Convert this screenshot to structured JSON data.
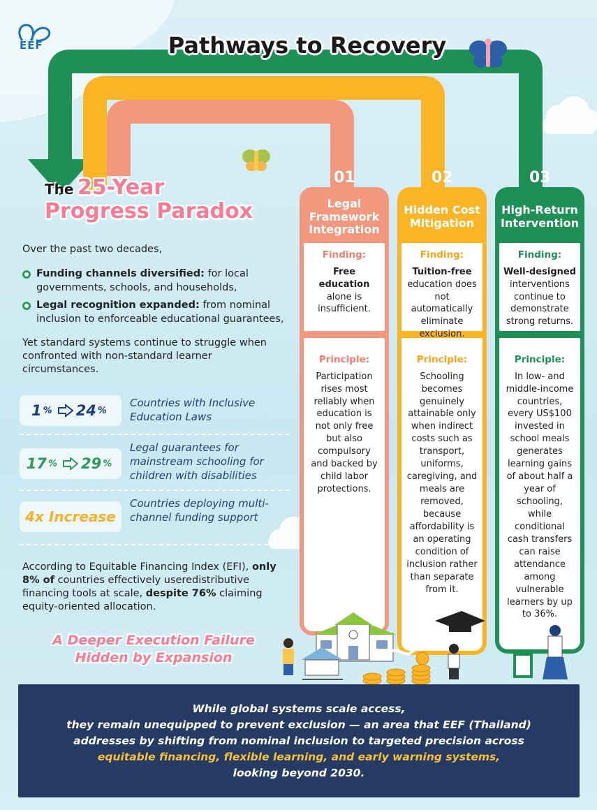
{
  "logo": {
    "text": "EEF"
  },
  "title": "Pathways to Recovery",
  "paradox": {
    "the": "The",
    "highlight1": "25-Year",
    "highlight2": "Progress Paradox"
  },
  "intro": "Over the past two decades,",
  "bullets": [
    {
      "bold": "Funding channels diversified:",
      "text": " for local governments, schools, and households,"
    },
    {
      "bold": "Legal recognition expanded:",
      "text": " from nominal inclusion to enforceable educational guarantees,"
    }
  ],
  "yet": "Yet standard systems continue to struggle when confronted with non-standard learner circumstances.",
  "stats": [
    {
      "from": "1",
      "from_unit": "%",
      "to": "24",
      "to_unit": "%",
      "color": "#1f3f7a",
      "desc": "Countries with Inclusive Education Laws"
    },
    {
      "from": "17",
      "from_unit": "%",
      "to": "29",
      "to_unit": "%",
      "color": "#2c9b5a",
      "desc": "Legal guarantees for mainstream schooling for children with disabilities"
    },
    {
      "value": "4x Increase",
      "color": "#f5b22a",
      "desc": "Countries deploying multi-channel funding support"
    }
  ],
  "efi": {
    "p1": "According to Equitable Financing Index (EFI), ",
    "b1": "only 8% of",
    "p2": " countries effectively useredistributive financing tools at scale, ",
    "b2": "despite 76%",
    "p3": " claiming equity-oriented allocation."
  },
  "deeper": {
    "line1": "A Deeper Execution Failure",
    "line2": "Hidden by Expansion"
  },
  "columns": [
    {
      "num": "01",
      "title": "Legal Framework Integration",
      "color": "#f2987e",
      "finding_label": "Finding:",
      "finding_bold": "Free education",
      "finding_text": "alone is insufficient.",
      "principle_label": "Principle:",
      "principle": "Participation rises most reliably when education is not only free but also compulsory and backed by child labor protections."
    },
    {
      "num": "02",
      "title": "Hidden Cost Mitigation",
      "color": "#f9b526",
      "finding_label": "Finding:",
      "finding_bold": "Tuition-free",
      "finding_text": "education does not automatically eliminate exclusion.",
      "principle_label": "Principle:",
      "principle": "Schooling becomes genuinely attainable only when indirect costs such as transport, uniforms, caregiving, and meals are removed, because affordability is an operating condition of inclusion rather than separate from it."
    },
    {
      "num": "03",
      "title": "High-Return Intervention",
      "color": "#1e8f55",
      "finding_label": "Finding:",
      "finding_bold": "Well-designed",
      "finding_text": "interventions continue to demonstrate strong returns.",
      "principle_label": "Principle:",
      "principle": "In low- and middle-income countries, every US$100 invested in school meals generates learning gains of about half a year of schooling, while conditional cash transfers can raise attendance among vulnerable learners by up to 36%."
    }
  ],
  "banner": {
    "line1": "While global systems scale access,",
    "line2": "they remain unequipped to prevent exclusion — an area that EEF (Thailand)",
    "line3": "addresses by shifting from nominal inclusion to targeted precision across",
    "line4": "equitable financing, flexible learning, and early warning systems,",
    "line5": "looking beyond 2030."
  },
  "colors": {
    "pink": "#f47c95",
    "green": "#1e8f55",
    "yellow": "#f9b526",
    "salmon": "#f2987e",
    "navy": "#263b63"
  }
}
